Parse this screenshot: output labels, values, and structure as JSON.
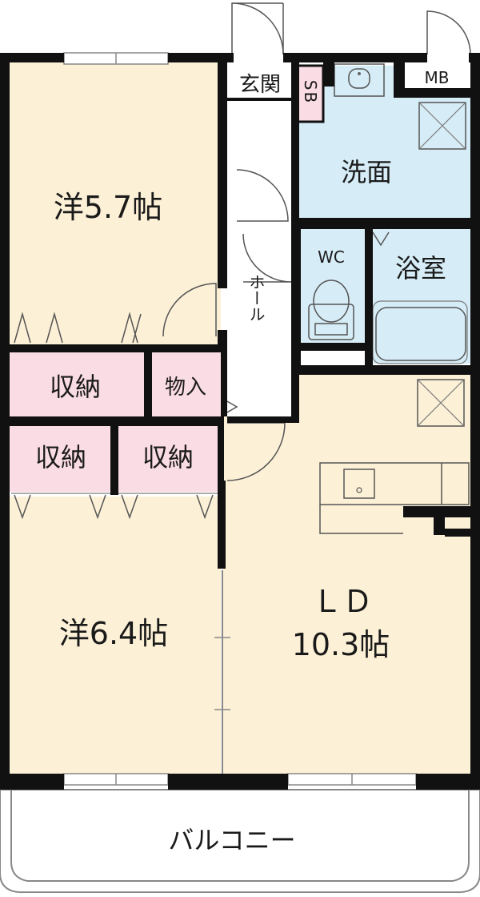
{
  "rooms": {
    "western_1": "洋5.7帖",
    "western_2": "洋6.4帖",
    "storage_1": "収納",
    "storage_2": "収納",
    "storage_3": "収納",
    "closet": "物入",
    "entrance": "玄関",
    "shoe_box": "SB",
    "washroom": "洗面",
    "meter_box": "MB",
    "toilet": "WC",
    "bathroom": "浴室",
    "hall": "ホール",
    "living_dining_name": "ＬＤ",
    "living_dining_size": "10.3帖",
    "balcony": "バルコニー"
  },
  "colors": {
    "room_fill": "#fcf0d6",
    "storage_fill": "#fadce4",
    "wet_fill": "#d6ecf6",
    "wall": "#111111"
  }
}
